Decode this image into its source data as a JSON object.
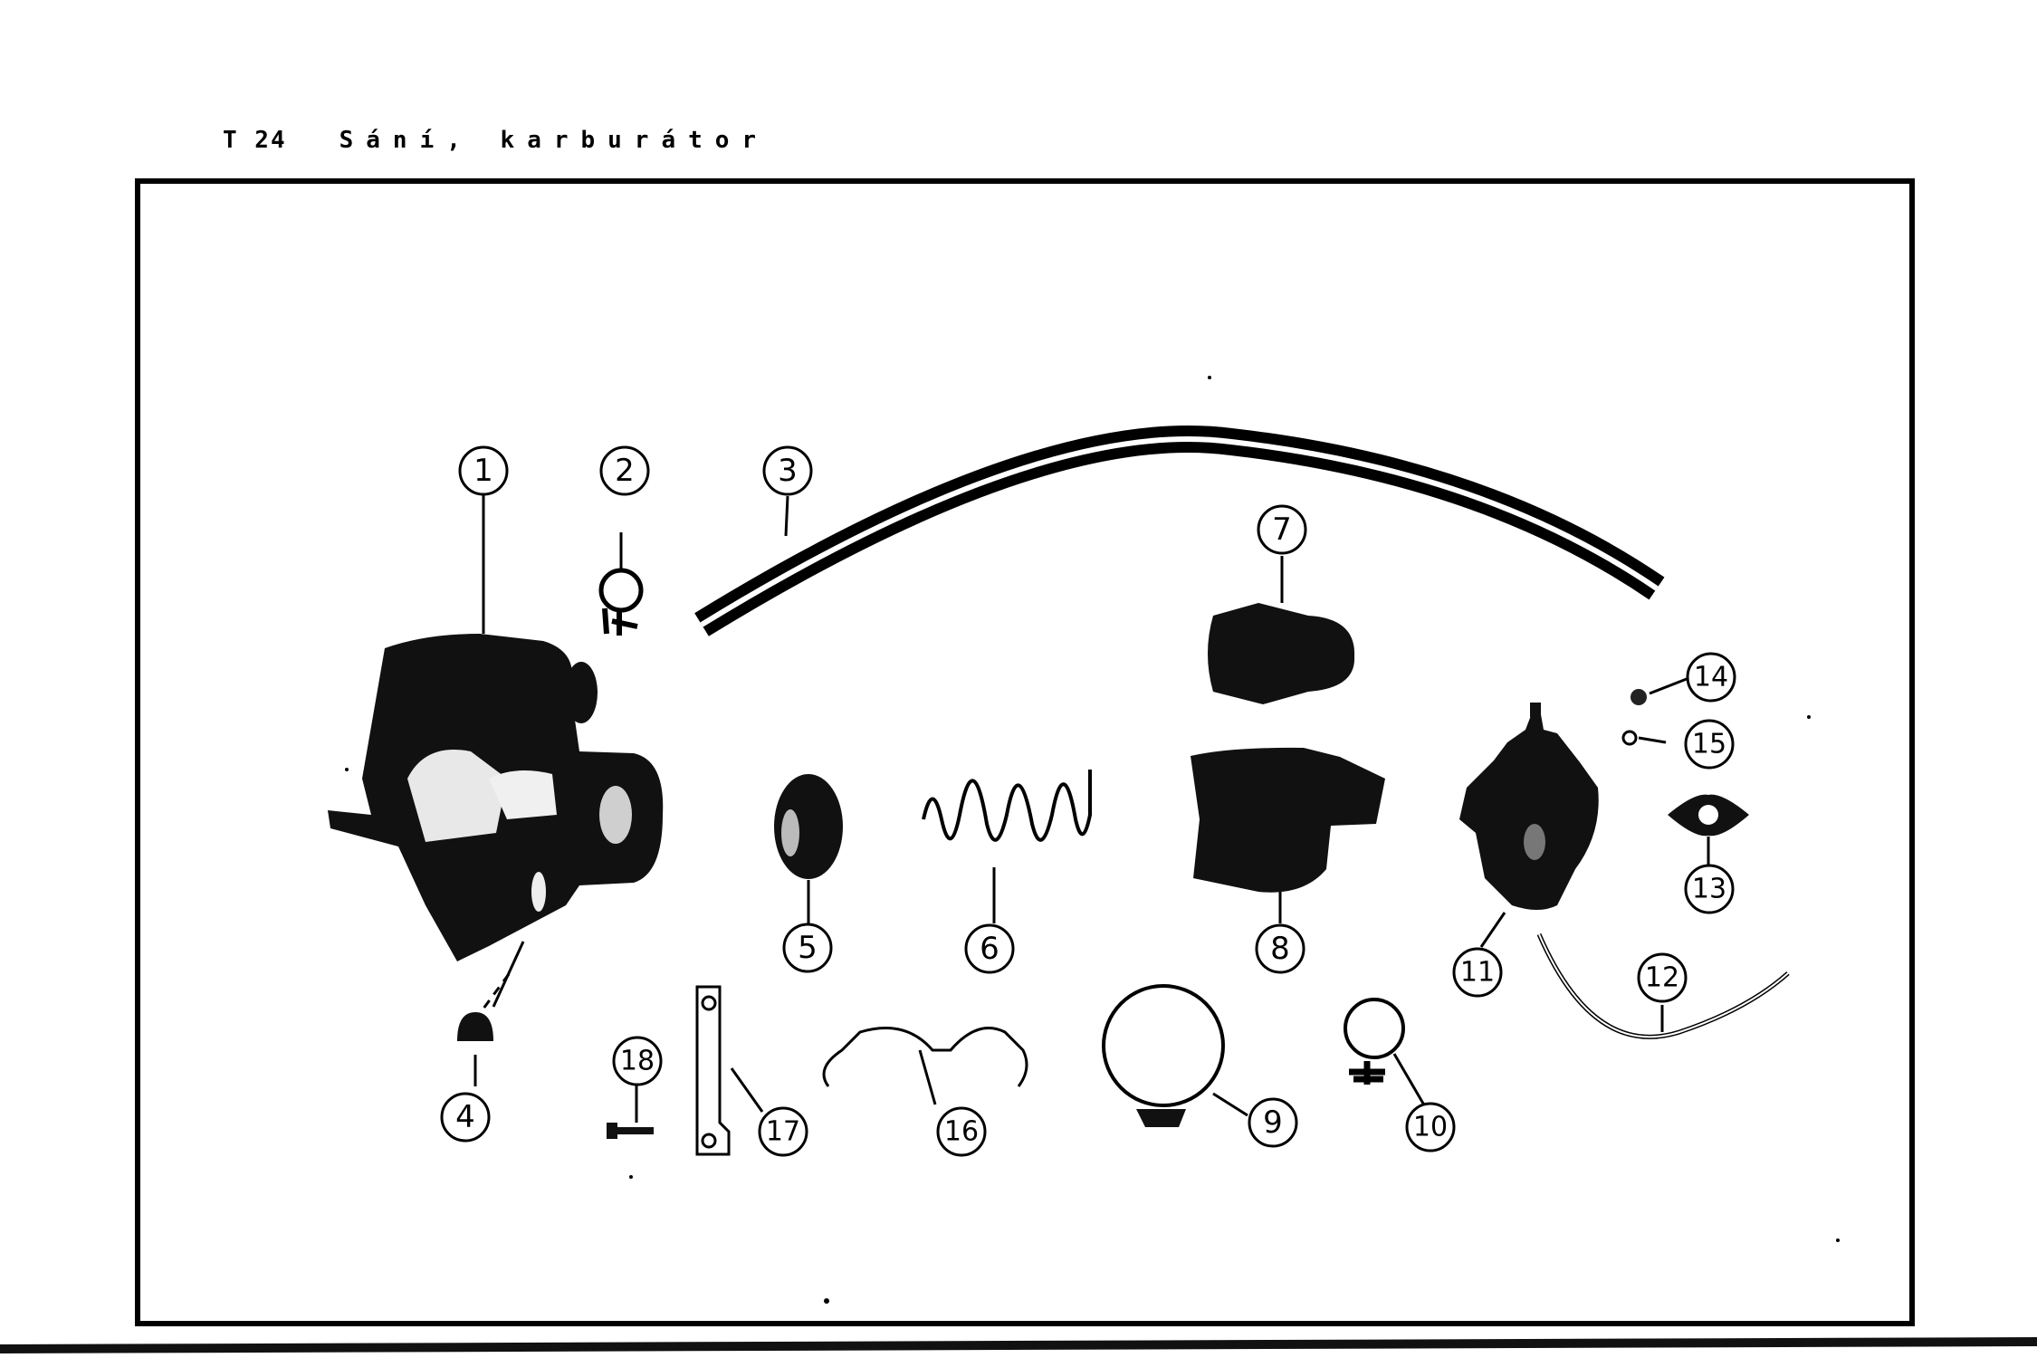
{
  "header": {
    "code": "T 24",
    "title": "Sání, karburátor"
  },
  "callouts": [
    "1",
    "2",
    "3",
    "4",
    "5",
    "6",
    "7",
    "8",
    "9",
    "10",
    "11",
    "12",
    "13",
    "14",
    "15",
    "16",
    "17",
    "18"
  ]
}
